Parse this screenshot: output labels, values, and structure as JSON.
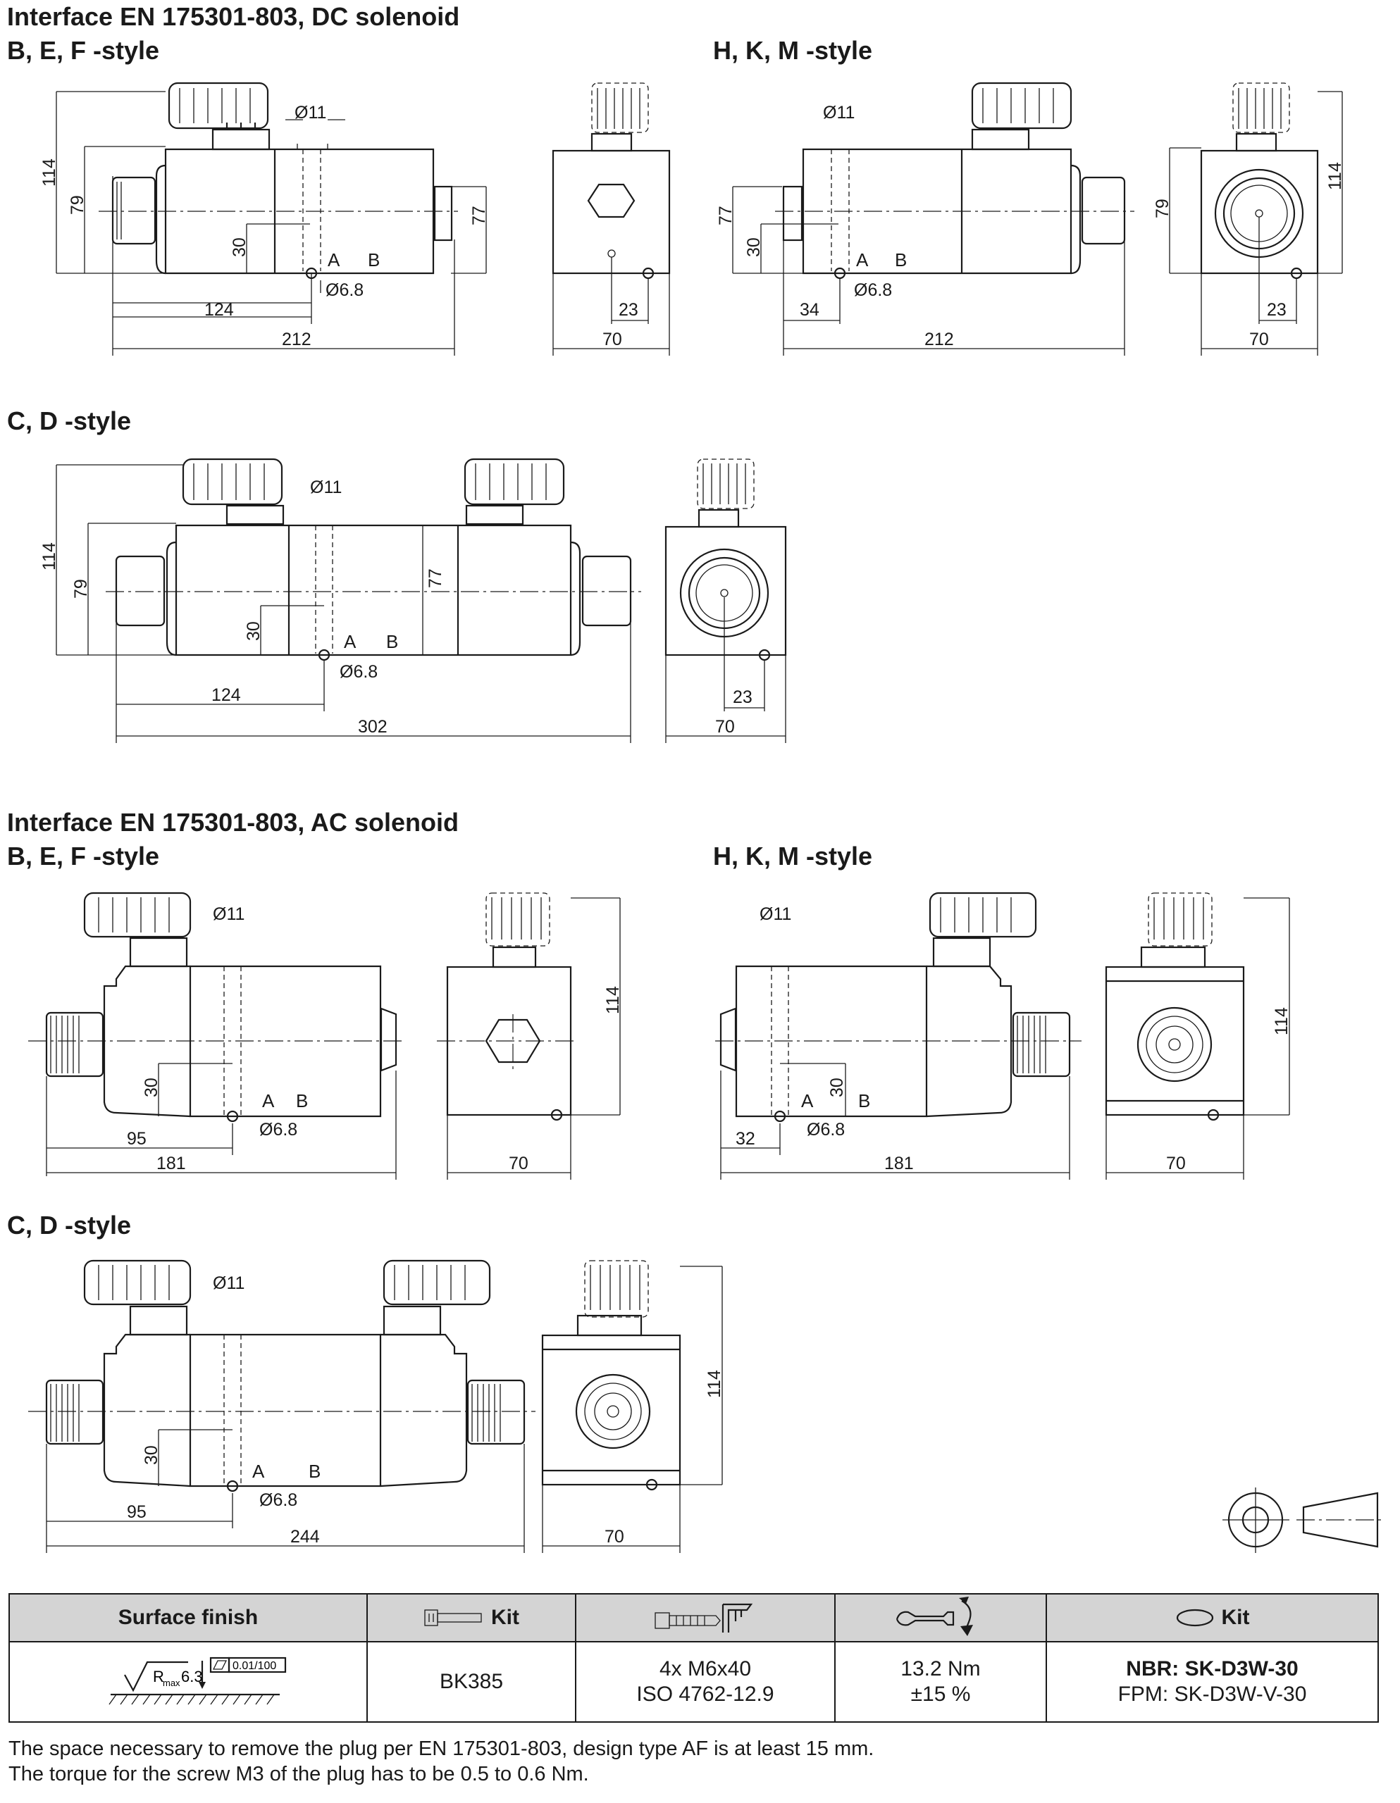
{
  "sections": {
    "dc": {
      "title": "Interface EN 175301-803, DC solenoid",
      "bef_label": "B, E, F -style",
      "hkm_label": "H, K, M -style",
      "cd_label": "C, D -style"
    },
    "ac": {
      "title": "Interface EN 175301-803, AC solenoid",
      "bef_label": "B, E, F -style",
      "hkm_label": "H, K, M -style",
      "cd_label": "C, D -style"
    }
  },
  "dims": {
    "d11": "Ø11",
    "d68": "Ø6.8",
    "port_a": "A",
    "port_b": "B",
    "h114": "114",
    "h79": "79",
    "h77": "77",
    "h30": "30",
    "w23": "23",
    "w70": "70",
    "dc_bef_124": "124",
    "dc_bef_212": "212",
    "dc_hkm_34": "34",
    "dc_hkm_212": "212",
    "dc_cd_124": "124",
    "dc_cd_302": "302",
    "ac_bef_95": "95",
    "ac_bef_181": "181",
    "ac_hkm_32": "32",
    "ac_hkm_181": "181",
    "ac_cd_95": "95",
    "ac_cd_244": "244"
  },
  "table": {
    "headers": {
      "surface": "Surface finish",
      "kit_bolts": "Kit",
      "kit_seals": "Kit"
    },
    "surface": {
      "rmax_r": "R",
      "rmax_sub": "max",
      "rmax_val": "6.3",
      "flatness": "0.01/100"
    },
    "bolt_kit": "BK385",
    "screws_line1": "4x M6x40",
    "screws_line2": "ISO 4762-12.9",
    "torque_line1": "13.2 Nm",
    "torque_line2": "±15 %",
    "seal_nbr": "NBR: SK-D3W-30",
    "seal_fpm": "FPM: SK-D3W-V-30"
  },
  "notes": {
    "line1": "The space necessary to remove the plug per EN 175301-803, design type AF is at least 15 mm.",
    "line2": "The torque for the screw M3 of the plug has to be 0.5 to 0.6 Nm."
  }
}
